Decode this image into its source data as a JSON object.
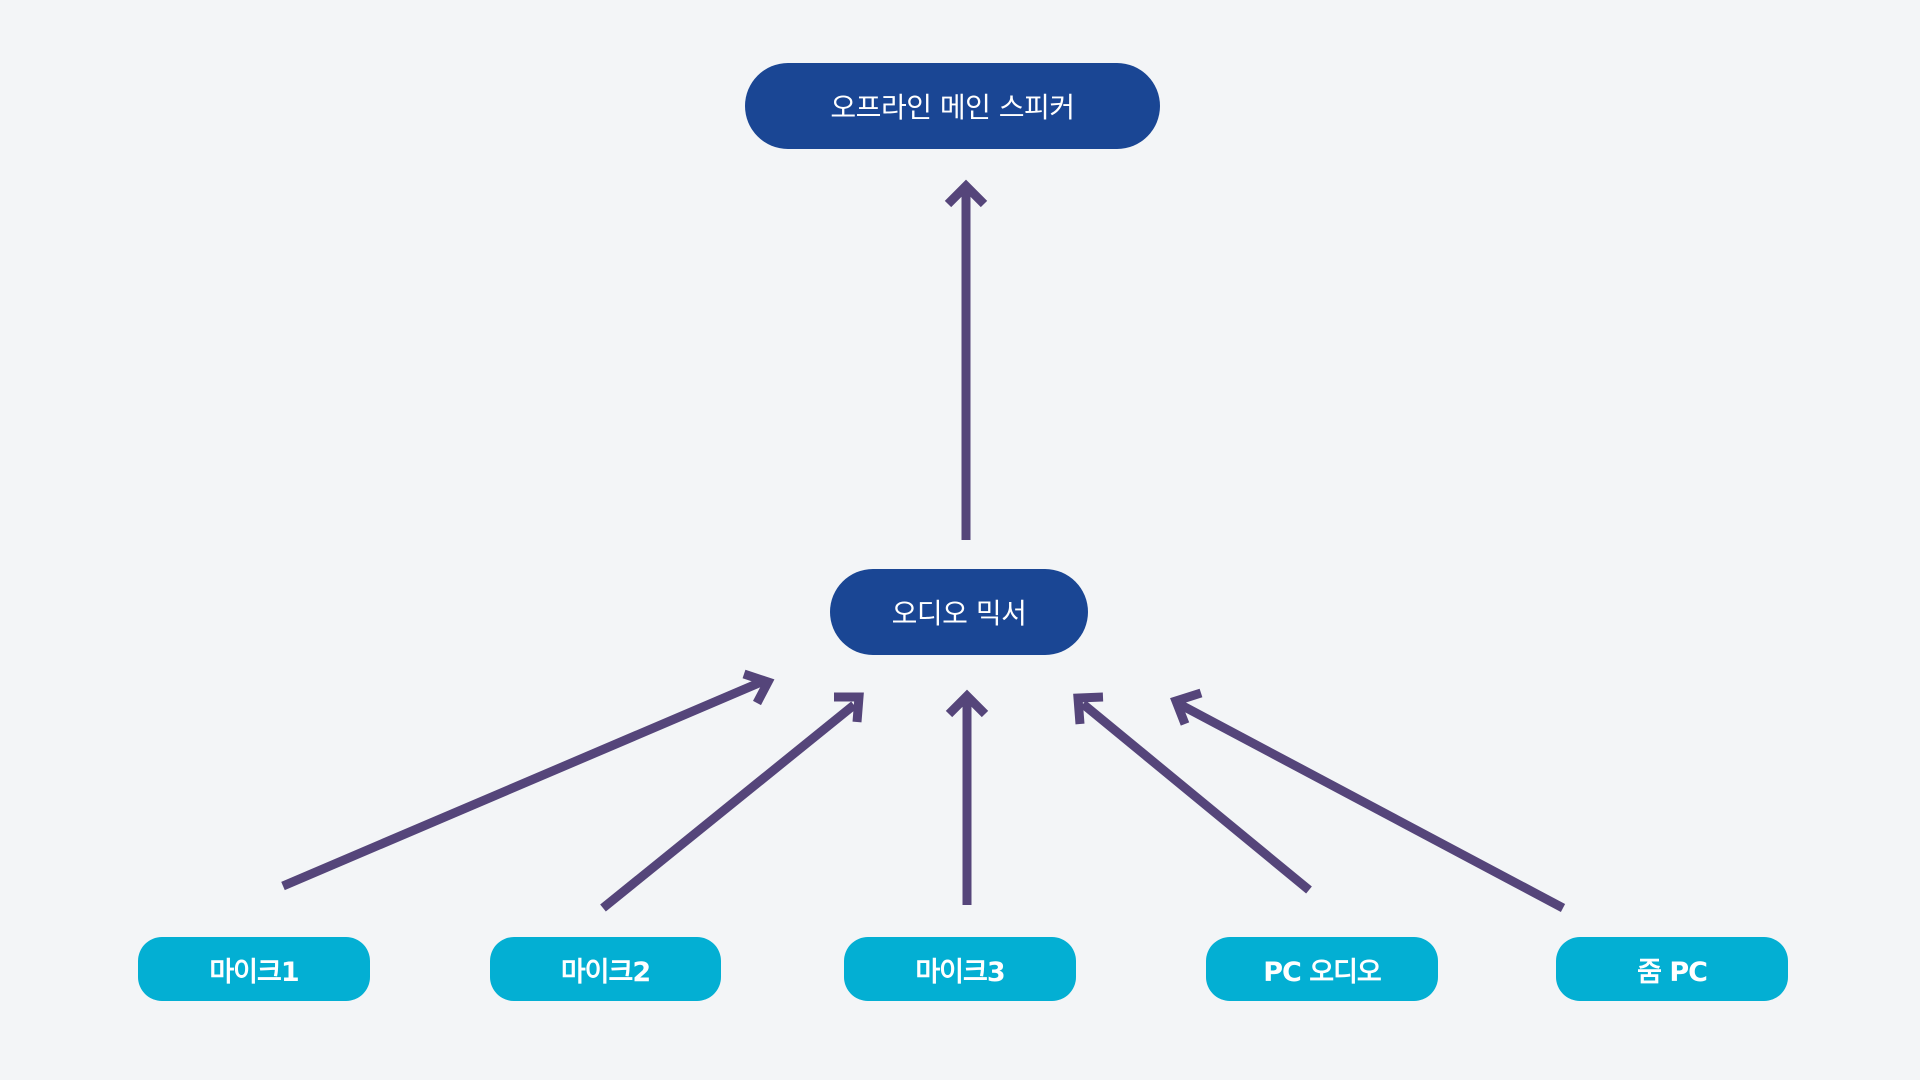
{
  "diagram": {
    "top_node": {
      "label": "오프라인 메인 스피커"
    },
    "mixer_node": {
      "label": "오디오 믹서"
    },
    "source_nodes": [
      {
        "label": "마이크1"
      },
      {
        "label": "마이크2"
      },
      {
        "label": "마이크3"
      },
      {
        "label": "PC 오디오"
      },
      {
        "label": "줌 PC"
      }
    ],
    "connections": [
      {
        "from": "오디오 믹서",
        "to": "오프라인 메인 스피커"
      },
      {
        "from": "마이크1",
        "to": "오디오 믹서"
      },
      {
        "from": "마이크2",
        "to": "오디오 믹서"
      },
      {
        "from": "마이크3",
        "to": "오디오 믹서"
      },
      {
        "from": "PC 오디오",
        "to": "오디오 믹서"
      },
      {
        "from": "줌 PC",
        "to": "오디오 믹서"
      }
    ]
  },
  "colors": {
    "background": "#f3f5f7",
    "primary_node": "#1a4694",
    "source_node": "#03afd3",
    "arrow": "#55457a",
    "text": "#ffffff"
  }
}
